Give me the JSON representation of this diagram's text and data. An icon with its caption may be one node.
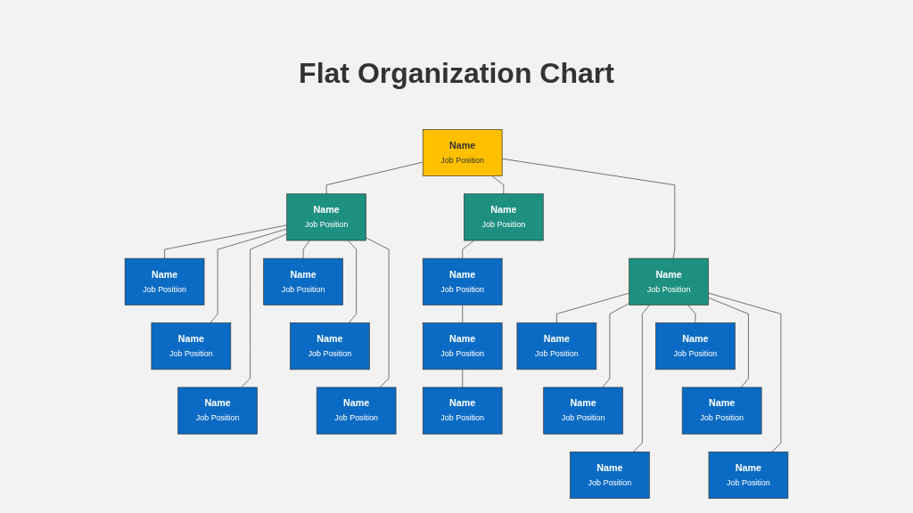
{
  "diagram": {
    "title": "Flat Organization Chart",
    "nodes": [
      {
        "text": [
          "Name",
          "Job Position"
        ]
      },
      {
        "text": [
          "Name",
          "Job Position"
        ]
      },
      {
        "text": [
          "Name",
          "Job Position"
        ]
      },
      {
        "text": [
          "Name",
          "Job Position"
        ]
      },
      {
        "text": [
          "Name",
          "Job Position"
        ]
      },
      {
        "text": [
          "Name",
          "Job Position"
        ]
      },
      {
        "text": [
          "Name",
          "Job Position"
        ]
      },
      {
        "text": [
          "Name",
          "Job Position"
        ]
      },
      {
        "text": [
          "Name",
          "Job Position"
        ]
      },
      {
        "text": [
          "Name",
          "Job Position"
        ]
      },
      {
        "text": [
          "Name",
          "Job Position"
        ]
      },
      {
        "text": [
          "Name",
          "Job Position"
        ]
      },
      {
        "text": [
          "Name",
          "Job Position"
        ]
      },
      {
        "text": [
          "Name",
          "Job Position"
        ]
      },
      {
        "text": [
          "Name",
          "Job Position"
        ]
      },
      {
        "text": [
          "Name",
          "Job Position"
        ]
      },
      {
        "text": [
          "Name",
          "Job Position"
        ]
      },
      {
        "text": [
          "Name",
          "Job Position"
        ]
      },
      {
        "text": [
          "Name",
          "Job Position"
        ]
      }
    ],
    "edges": [
      {
        "from": 0,
        "to": 1,
        "arrow": "none"
      },
      {
        "from": 0,
        "to": 2,
        "arrow": "none"
      },
      {
        "from": 0,
        "to": 3,
        "arrow": "none"
      },
      {
        "from": 1,
        "to": 4,
        "arrow": "none"
      },
      {
        "from": 1,
        "to": 5,
        "arrow": "none"
      },
      {
        "from": 1,
        "to": 9,
        "arrow": "none"
      },
      {
        "from": 1,
        "to": 10,
        "arrow": "none"
      },
      {
        "from": 1,
        "to": 14,
        "arrow": "none"
      },
      {
        "from": 1,
        "to": 15,
        "arrow": "none"
      },
      {
        "from": 2,
        "to": 6,
        "arrow": "none"
      },
      {
        "from": 6,
        "to": 11,
        "arrow": "none"
      },
      {
        "from": 11,
        "to": 16,
        "arrow": "none"
      },
      {
        "from": 3,
        "to": 7,
        "arrow": "none"
      },
      {
        "from": 3,
        "to": 8,
        "arrow": "none"
      },
      {
        "from": 3,
        "to": 12,
        "arrow": "none"
      },
      {
        "from": 3,
        "to": 13,
        "arrow": "none"
      },
      {
        "from": 3,
        "to": 17,
        "arrow": "none"
      },
      {
        "from": 3,
        "to": 18,
        "arrow": "none"
      }
    ]
  }
}
